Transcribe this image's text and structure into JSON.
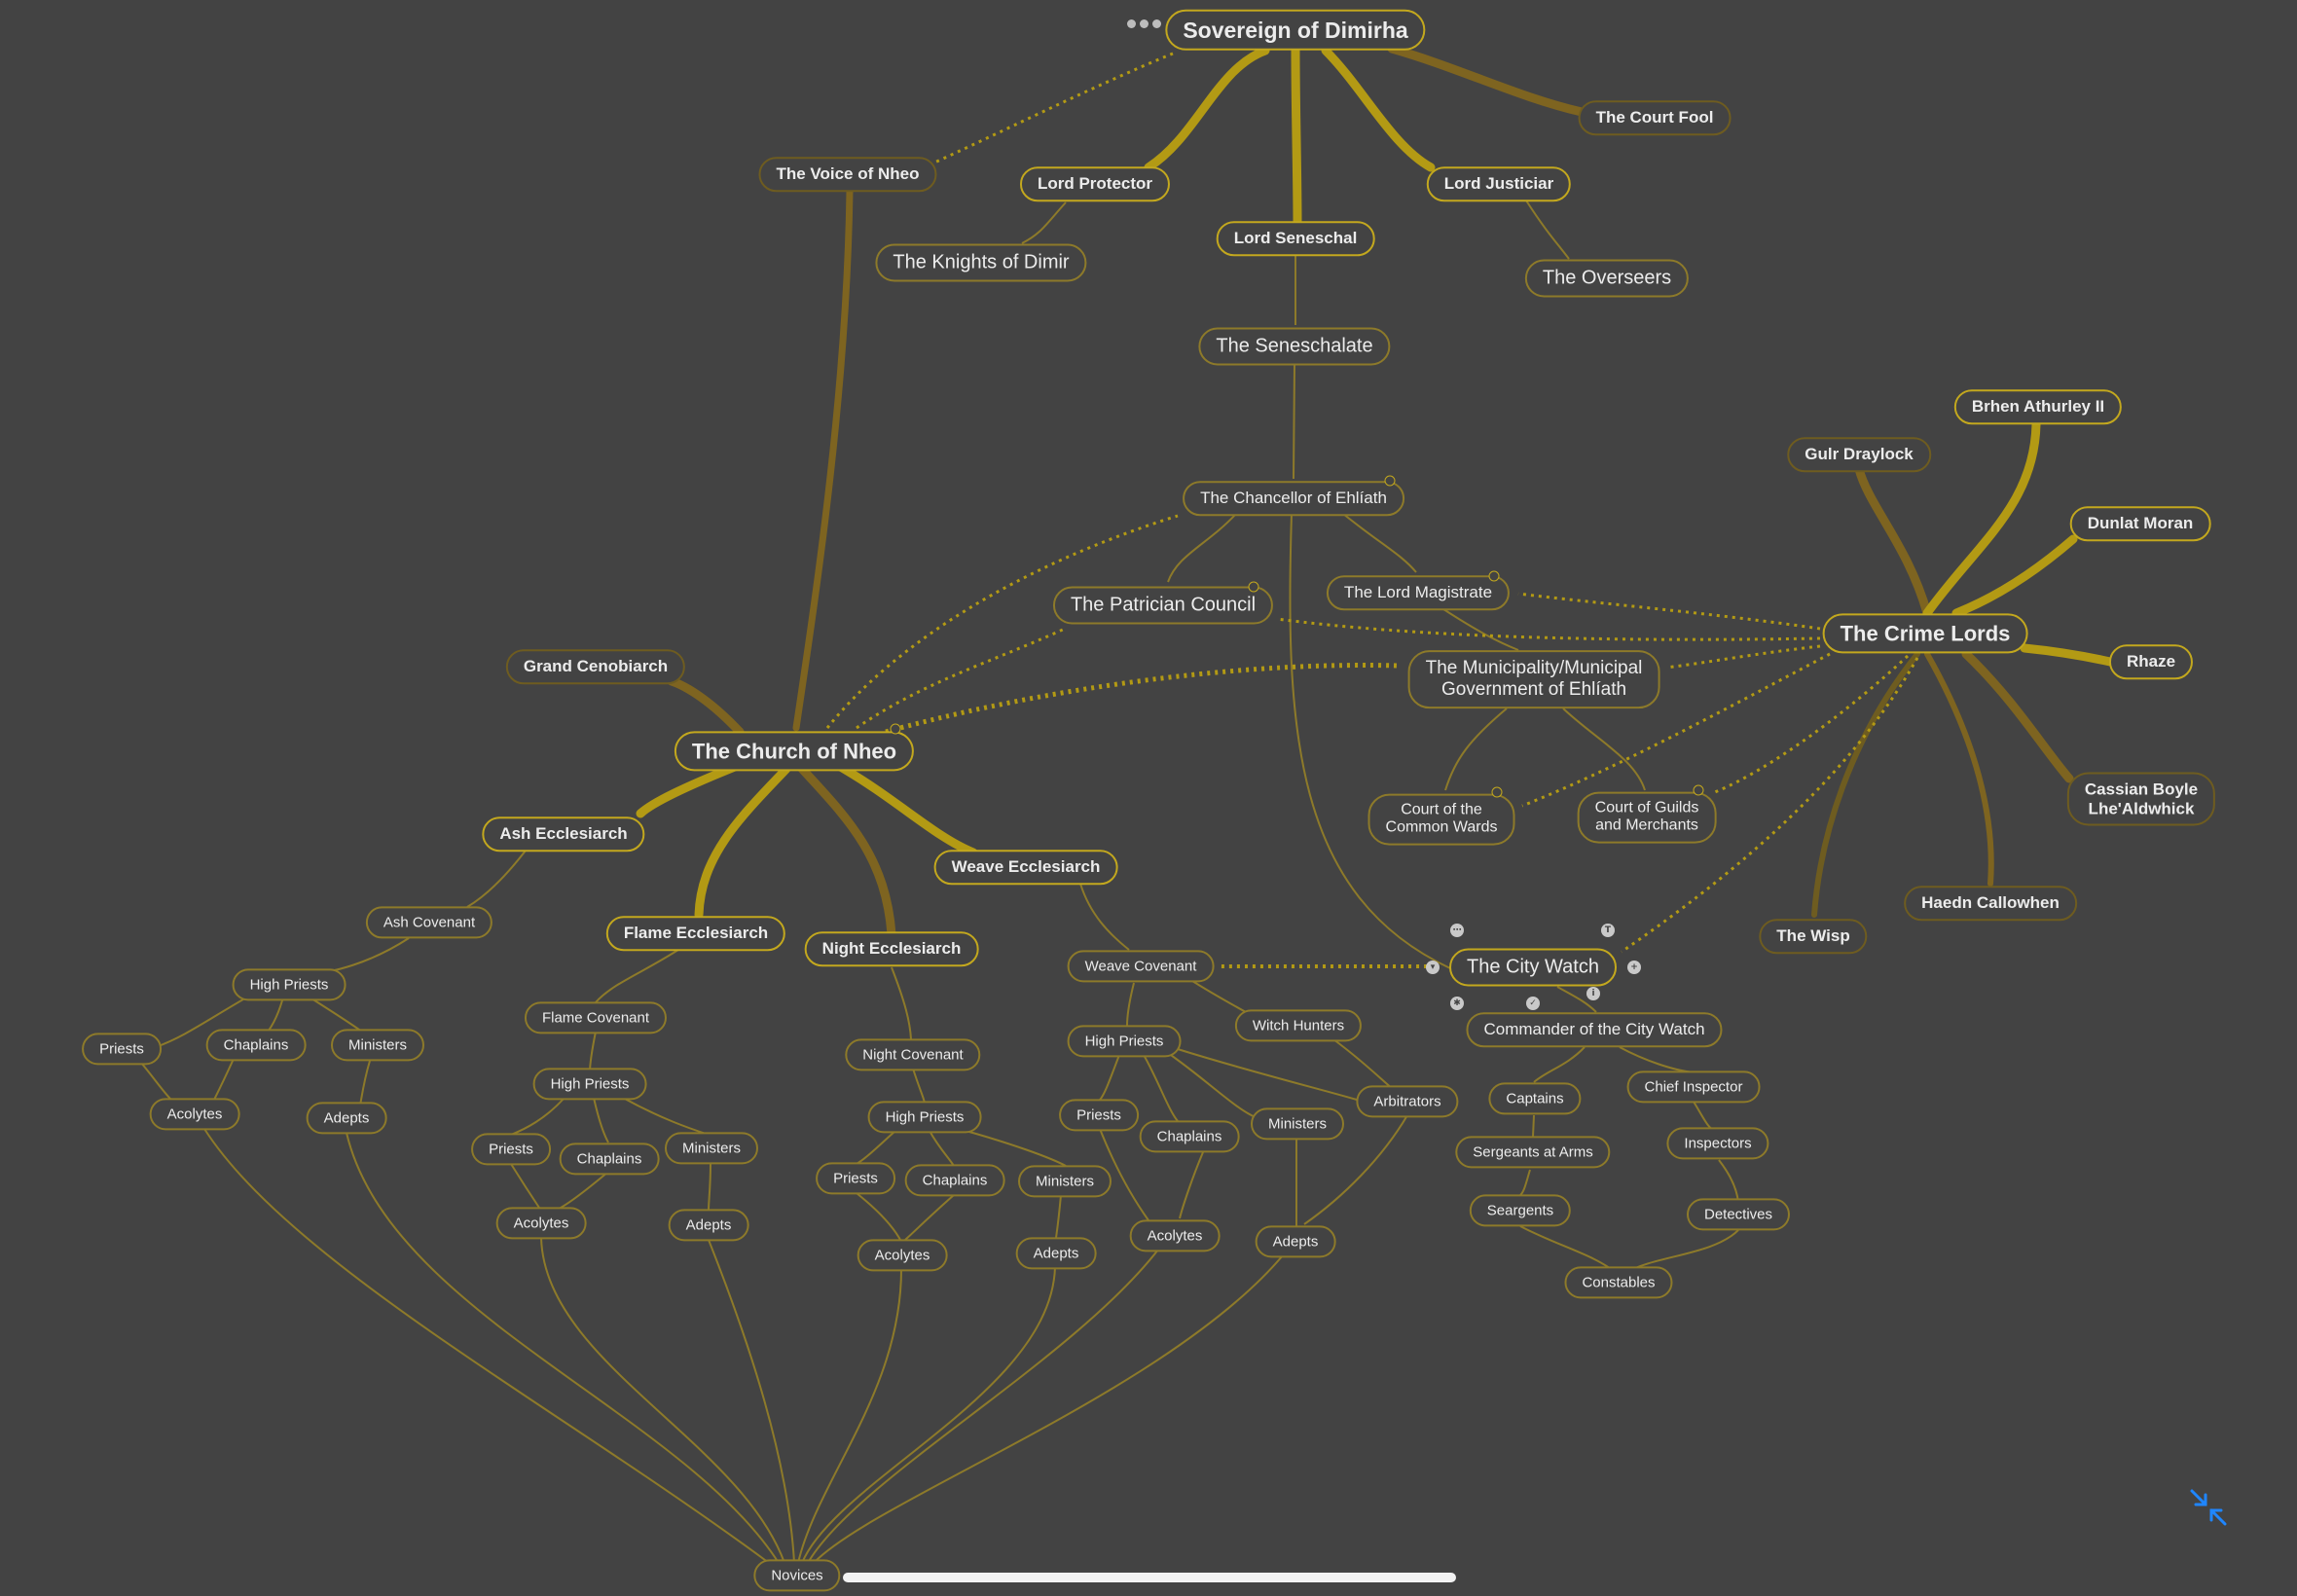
{
  "colors": {
    "background": "#434343",
    "border_main": "#c3a81e",
    "border_sub": "#8d7a2a",
    "border_fade": "#6e5c20",
    "branch_light": "#b39a14",
    "branch_dark": "#7e6420",
    "text": "#ececec",
    "accent_blue": "#1f86ff"
  },
  "toolbar": {
    "more_icon": "ellipsis-icon",
    "collapse_icon": "collapse-arrows-icon"
  },
  "map": {
    "sovereign": "Sovereign of Dimirha",
    "court_fool": "The Court Fool",
    "voice_of_nheo": "The Voice of Nheo",
    "lord_protector": "Lord Protector",
    "knights_of_dimir": "The Knights of Dimir",
    "lord_seneschal": "Lord Seneschal",
    "lord_justiciar": "Lord Justiciar",
    "overseers": "The Overseers",
    "seneschalate": "The Seneschalate",
    "chancellor": "The Chancellor of Ehlíath",
    "patrician_council": "The Patrician Council",
    "lord_magistrate": "The Lord Magistrate",
    "municipality": "The Municipality/Municipal\nGovernment of Ehlíath",
    "court_common_wards": "Court of the\nCommon Wards",
    "court_guilds": "Court of Guilds\nand Merchants",
    "crime_lords": "The Crime Lords",
    "gulr_draylock": "Gulr Draylock",
    "brhen_athurley": "Brhen Athurley II",
    "dunlat_moran": "Dunlat Moran",
    "rhaze": "Rhaze",
    "cassian_boyle": "Cassian Boyle\nLhe'Aldwhick",
    "haedn_callowhen": "Haedn Callowhen",
    "the_wisp": "The Wisp",
    "city_watch": "The City Watch",
    "commander_watch": "Commander of the City Watch",
    "watch_captains": "Captains",
    "watch_sergeants_at_arms": "Sergeants at Arms",
    "watch_seargents": "Seargents",
    "watch_constables": "Constables",
    "watch_chief_inspector": "Chief Inspector",
    "watch_inspectors": "Inspectors",
    "watch_detectives": "Detectives",
    "grand_cenobiarch": "Grand Cenobiarch",
    "church_of_nheo": "The Church of Nheo",
    "ash_ecclesiarch": "Ash Ecclesiarch",
    "ash_covenant": "Ash Covenant",
    "ash_high_priests": "High Priests",
    "ash_priests": "Priests",
    "ash_chaplains": "Chaplains",
    "ash_ministers": "Ministers",
    "ash_acolytes": "Acolytes",
    "ash_adepts": "Adepts",
    "flame_ecclesiarch": "Flame Ecclesiarch",
    "flame_covenant": "Flame Covenant",
    "flame_high_priests": "High Priests",
    "flame_priests": "Priests",
    "flame_chaplains": "Chaplains",
    "flame_ministers": "Ministers",
    "flame_acolytes": "Acolytes",
    "flame_adepts": "Adepts",
    "night_ecclesiarch": "Night Ecclesiarch",
    "night_covenant": "Night Covenant",
    "night_high_priests": "High Priests",
    "night_priests": "Priests",
    "night_chaplains": "Chaplains",
    "night_ministers": "Ministers",
    "night_acolytes": "Acolytes",
    "night_adepts": "Adepts",
    "weave_ecclesiarch": "Weave Ecclesiarch",
    "weave_covenant": "Weave Covenant",
    "witch_hunters": "Witch Hunters",
    "weave_high_priests": "High Priests",
    "weave_priests": "Priests",
    "weave_chaplains": "Chaplains",
    "weave_ministers": "Ministers",
    "weave_arbitrators": "Arbitrators",
    "weave_acolytes": "Acolytes",
    "weave_adepts": "Adepts",
    "novices": "Novices"
  },
  "node_controls": {
    "icons": [
      "more-icon",
      "tag-icon",
      "add-icon",
      "collapse-icon",
      "info-icon",
      "done-icon",
      "star-icon"
    ]
  }
}
